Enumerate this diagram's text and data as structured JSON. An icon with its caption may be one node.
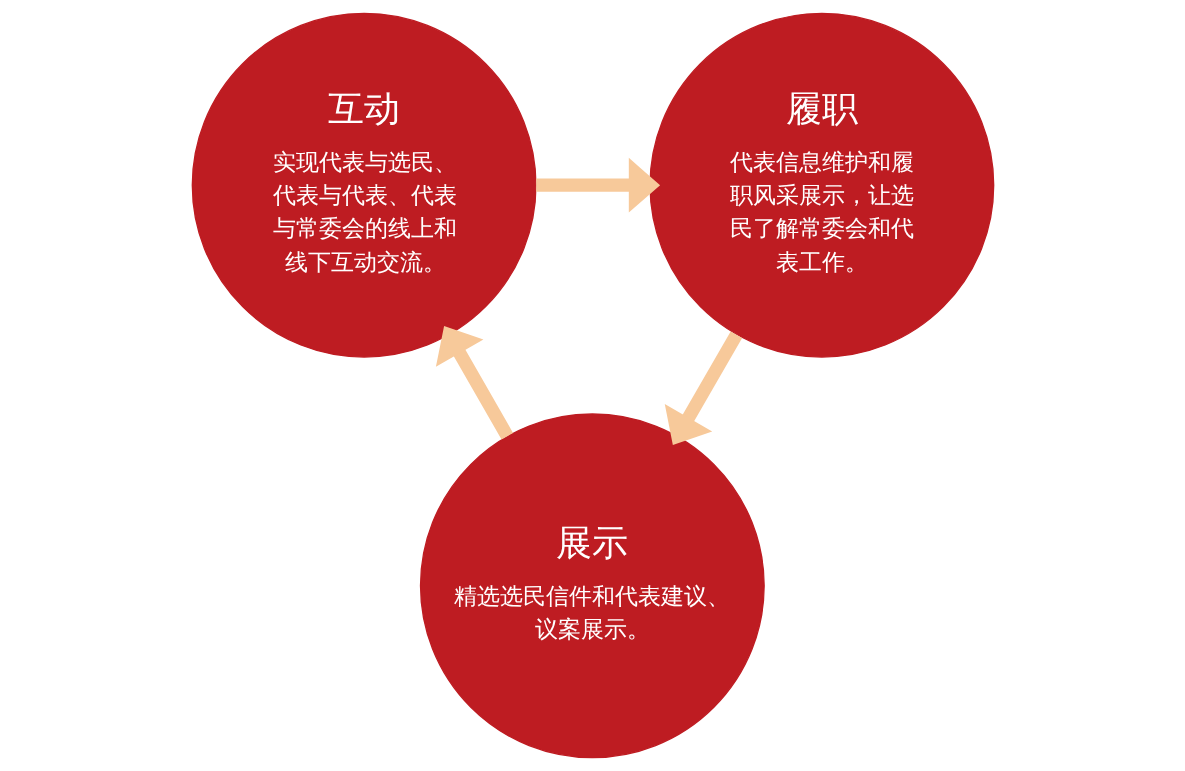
{
  "diagram": {
    "nodes": [
      {
        "text": [
          "互动",
          "实现代表与选民、代表与代表、代表与常委会的线上和线下互动交流。"
        ]
      },
      {
        "text": [
          "履职",
          "代表信息维护和履职风采展示，让选民了解常委会和代表工作。"
        ]
      },
      {
        "text": [
          "展示",
          "精选选民信件和代表建议、议案展示。"
        ]
      }
    ],
    "edges": [
      {
        "from": 0,
        "to": 1,
        "arrow": "to"
      },
      {
        "from": 1,
        "to": 2,
        "arrow": "to"
      },
      {
        "from": 2,
        "to": 0,
        "arrow": "to"
      }
    ]
  }
}
